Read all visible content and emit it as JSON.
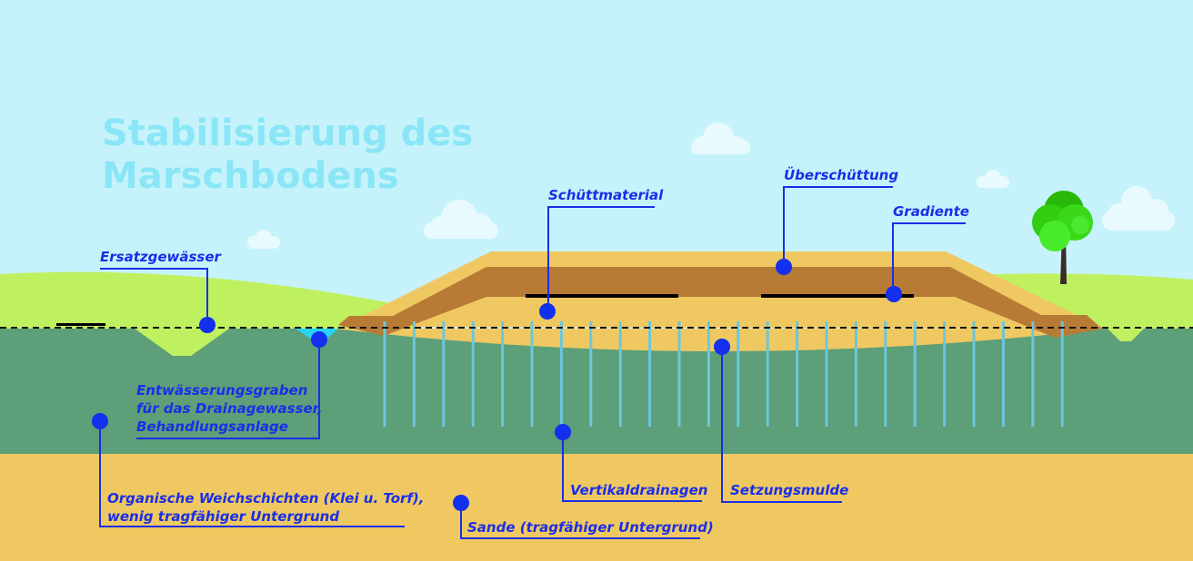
{
  "title": {
    "line1": "Stabilisierung des",
    "line2": "Marschbodens"
  },
  "labels": {
    "ersatzgewaesser": "Ersatzgewässer",
    "entwaesserung": [
      "Entwässerungsgraben",
      "für das Drainagewasser,",
      "Behandlungsanlage"
    ],
    "organische": [
      "Organische Weichschichten (Klei u. Torf),",
      "wenig tragfähiger Untergrund"
    ],
    "schuettmaterial": "Schüttmaterial",
    "ueberschuettung": "Überschüttung",
    "gradiente": "Gradiente",
    "vertikaldrainagen": "Vertikaldrainagen",
    "setzungsmulde": "Setzungsmulde",
    "sande": "Sande (tragfähiger Untergrund)"
  },
  "colors": {
    "sky": "#c6f3fb",
    "hill": "#bff060",
    "soft_soil": "#5c9f78",
    "sand": "#efc862",
    "fill_brown": "#b87b35",
    "label": "#1a2ee8",
    "drain": "#6cc7de",
    "water": "#27d3f3"
  }
}
